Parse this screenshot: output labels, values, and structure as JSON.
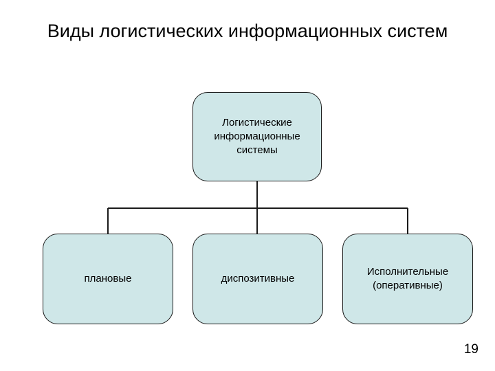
{
  "slide": {
    "title": "Виды логистических информационных систем",
    "page_number": "19",
    "accent_color": "#cfe7e8",
    "border_color": "#1a1a1a"
  },
  "diagram": {
    "type": "hierarchy",
    "root": {
      "label": "Логистические\nинформационные\nсистемы"
    },
    "children": [
      {
        "label": "плановые"
      },
      {
        "label": "диспозитивные"
      },
      {
        "label": "Исполнительные\n(оперативные)"
      }
    ]
  }
}
